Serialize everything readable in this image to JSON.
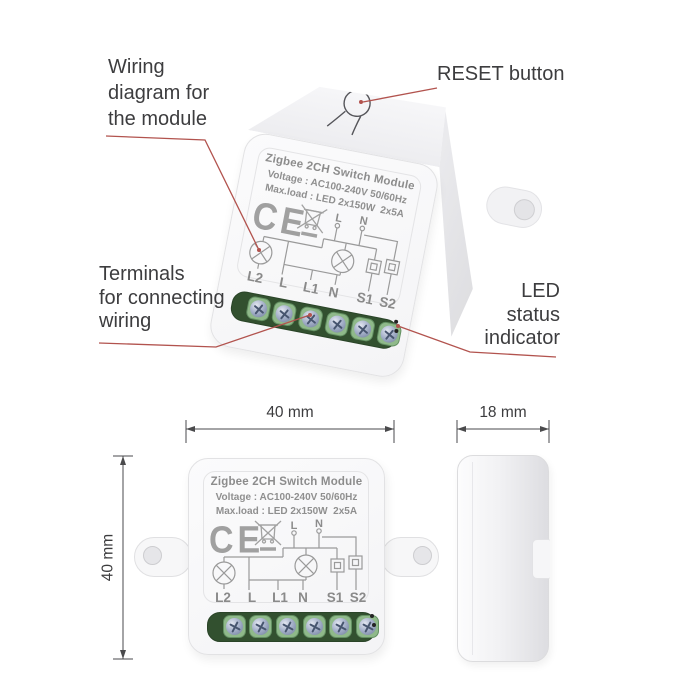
{
  "annotations": {
    "wiring_diagram": {
      "lines": [
        "Wiring",
        "diagram for",
        "the module"
      ]
    },
    "reset": {
      "label": "RESET button"
    },
    "terminals": {
      "lines": [
        "Terminals",
        "for connecting",
        "wiring"
      ]
    },
    "led": {
      "lines": [
        "LED",
        "status",
        "indicator"
      ]
    }
  },
  "module": {
    "title": "Zigbee 2CH Switch Module",
    "voltage_line": "Voltage : AC100-240V 50/60Hz",
    "max_load_line": "Max.load : LED 2x150W  2x5A",
    "ce_mark": "CE",
    "top_terminals": [
      "L",
      "N"
    ],
    "terminal_labels": [
      "L2",
      "L",
      "L1",
      "N",
      "S1",
      "S2"
    ]
  },
  "dimensions": {
    "width": "40 mm",
    "height": "40 mm",
    "depth": "18 mm"
  },
  "colors": {
    "leader_red": "#b2534e",
    "annotation_text": "#3d3d3f",
    "module_print": "#8f8f8f",
    "terminal_green": "#7fae7c",
    "screw_blue": "#93a0bb"
  }
}
